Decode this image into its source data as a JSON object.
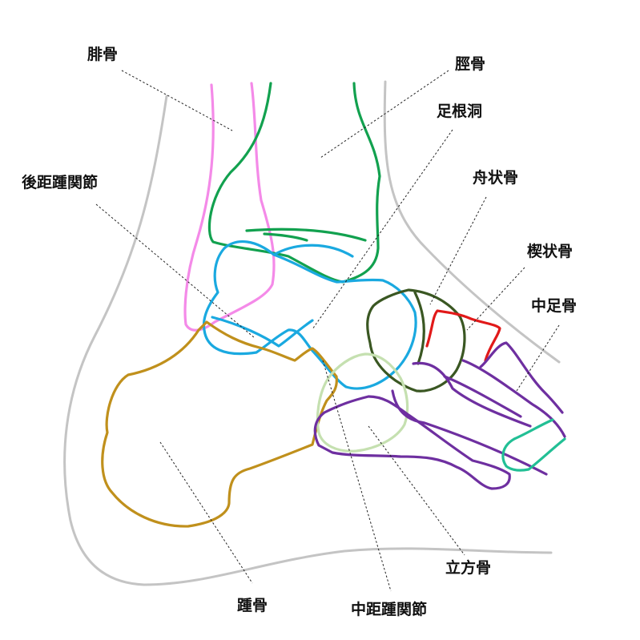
{
  "labels": {
    "fibula": "腓骨",
    "tibia": "脛骨",
    "tarsal_sinus": "足根洞",
    "posterior_talocalcaneal_joint": "後距踵関節",
    "navicular": "舟状骨",
    "cuneiform": "楔状骨",
    "metatarsal": "中足骨",
    "calcaneus": "踵骨",
    "cuboid": "立方骨",
    "middle_talocalcaneal_joint": "中距踵関節"
  },
  "colors": {
    "skin": "#c4c4c4",
    "fibula": "#f48ae8",
    "tibia": "#12a14f",
    "talus": "#1aa9e0",
    "calcaneus": "#c0901c",
    "navicular": "#3a5722",
    "cuneiform": "#e11919",
    "cuboid": "#c5e0b0",
    "metatarsal": "#6e2fa0",
    "phalanx": "#22bf95",
    "text": "#111111",
    "leader": "#222222"
  }
}
